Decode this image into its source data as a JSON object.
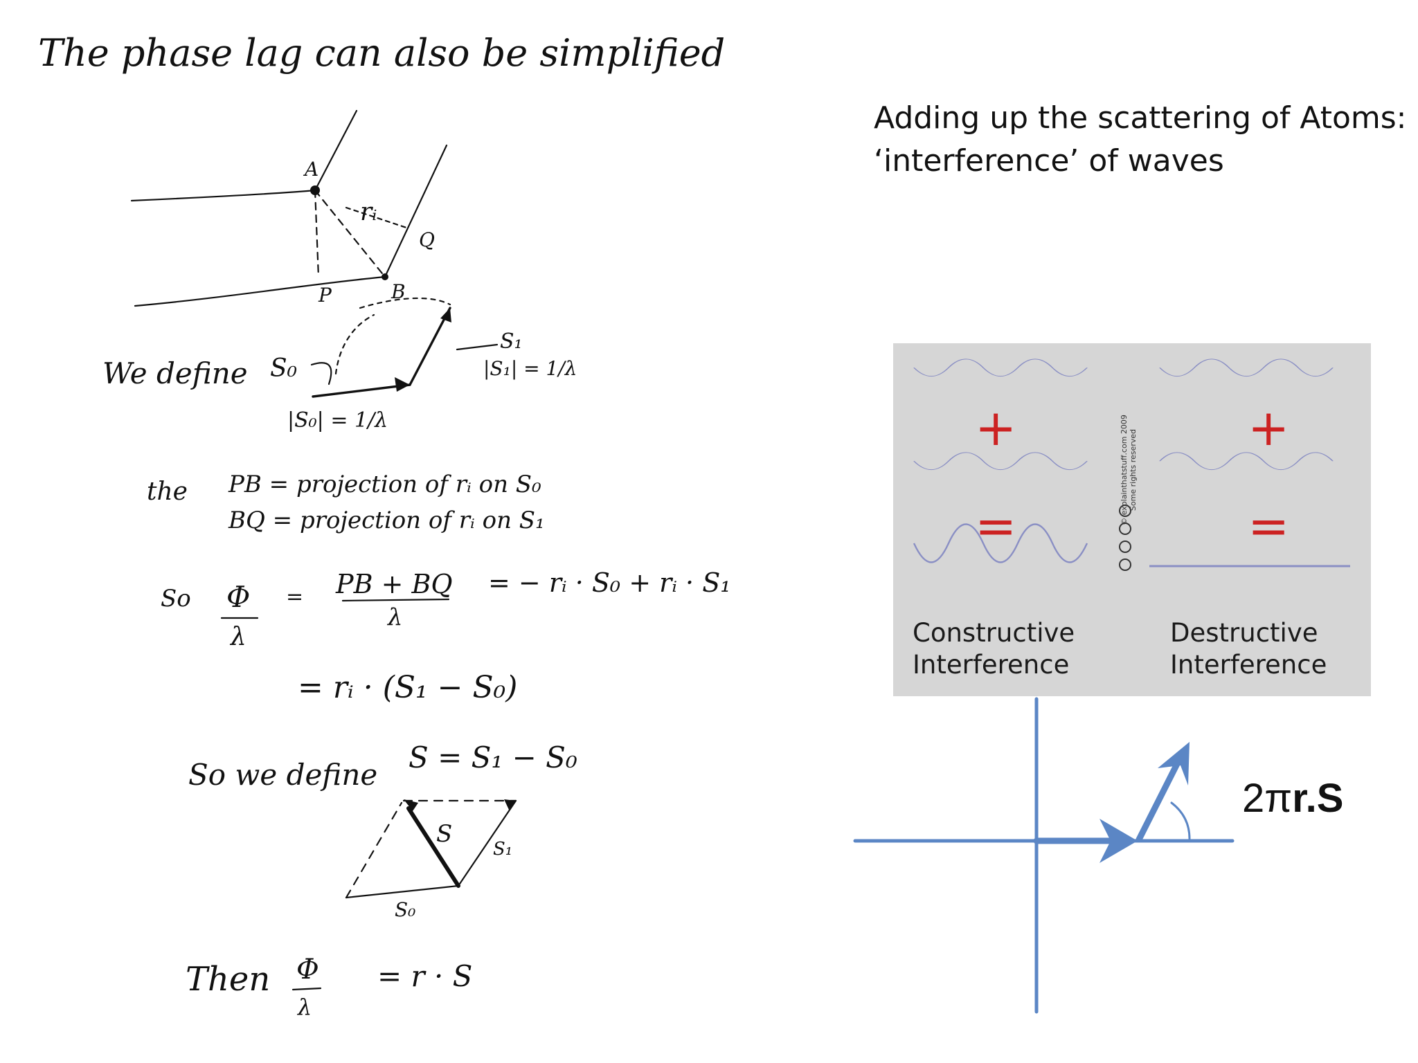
{
  "notes": {
    "line1": "The phase lag can also be simplified",
    "point_a": "A",
    "point_b": "B",
    "point_p": "P",
    "point_q": "Q",
    "ri_label": "rᵢ",
    "we_define": "We define",
    "s0_label": "S₀",
    "s1_label": "S₁",
    "s1_mag": "|S₁| = 1/λ",
    "s0_mag": "|S₀| = 1/λ",
    "the": "the",
    "pb_def": "PB = projection of rᵢ on S₀",
    "bq_def": "BQ = projection of rᵢ on S₁",
    "so": "So",
    "phi": "Φ",
    "lambda": "λ",
    "eq_sign": "=",
    "numerator": "PB + BQ",
    "eq_rhs": "= − rᵢ · S₀ + rᵢ · S₁",
    "eq2": "= rᵢ · (S₁ − S₀)",
    "so_we_define": "So we define",
    "s_def": "S = S₁ − S₀",
    "s_label": "S",
    "s1_small": "S₁",
    "s0_small": "S₀",
    "then": "Then",
    "final_rhs": "= r · S"
  },
  "heading": {
    "line1": "Adding up the scattering of Atoms:",
    "line2": "‘interference’ of waves"
  },
  "panel": {
    "plus_sign": "+",
    "equals_sign": "=",
    "constructive_line1": "Constructive",
    "constructive_line2": "Interference",
    "destructive_line1": "Destructive",
    "destructive_line2": "Interference",
    "credit_line1": "© explainthatstuff.com 2009",
    "credit_line2": "Some rights reserved",
    "wave_color": "#8a8fc4",
    "sign_color": "#cc2222"
  },
  "phasor": {
    "label_plain": "2π",
    "label_bold": "r.S",
    "color": "#5b86c5"
  }
}
